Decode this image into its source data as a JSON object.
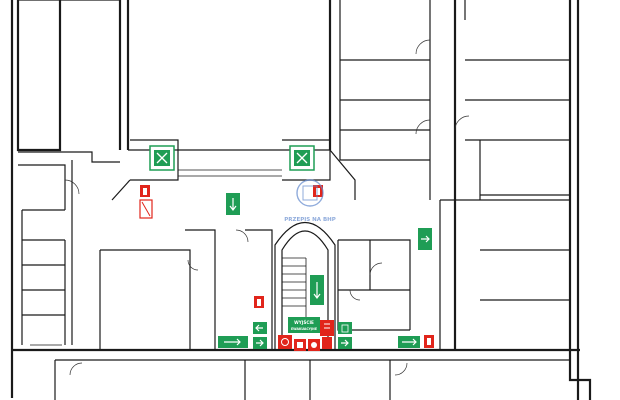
{
  "signs": {
    "exit_sign_label_1": "WYJŚCIE",
    "exit_sign_label_2": "EWAKUACYJNE"
  },
  "watermark": {
    "text": "PRZEPIS NA BHP"
  },
  "colors": {
    "exit_green": "#1f9d55",
    "fire_red": "#e1251b",
    "wall": "#1a1a1a",
    "watermark_blue": "#6a8fd0"
  }
}
